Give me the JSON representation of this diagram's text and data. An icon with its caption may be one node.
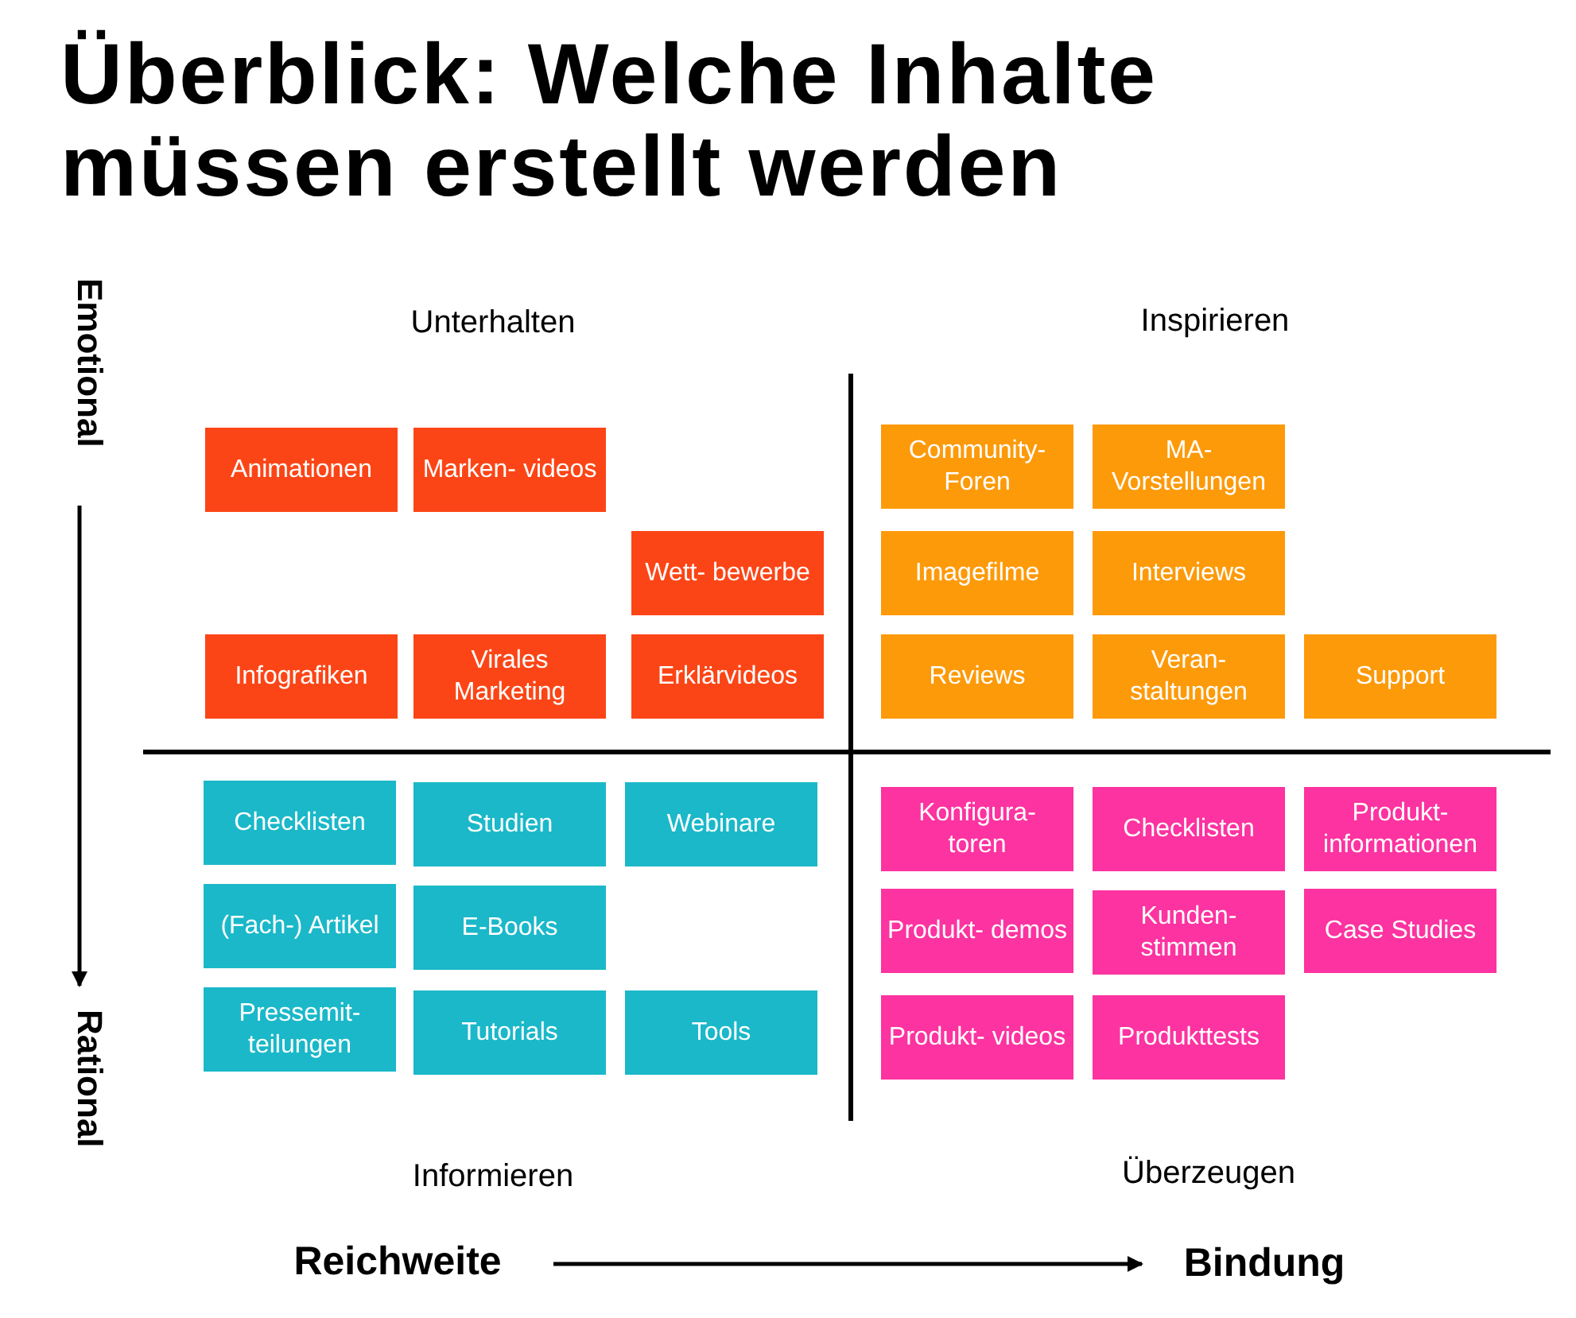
{
  "diagram": {
    "title": "Überblick: Welche Inhalte müssen erstellt werden",
    "nodes": [
      {
        "text": [
          "Animationen"
        ]
      },
      {
        "text": [
          "Marken- videos"
        ]
      },
      {
        "text": [
          "Wett- bewerbe"
        ]
      },
      {
        "text": [
          "Infografiken"
        ]
      },
      {
        "text": [
          "Virales Marketing"
        ]
      },
      {
        "text": [
          "Erklärvideos"
        ]
      },
      {
        "text": [
          "Community- Foren"
        ]
      },
      {
        "text": [
          "MA- Vorstellungen"
        ]
      },
      {
        "text": [
          "Imagefilme"
        ]
      },
      {
        "text": [
          "Interviews"
        ]
      },
      {
        "text": [
          "Reviews"
        ]
      },
      {
        "text": [
          "Veran- staltungen"
        ]
      },
      {
        "text": [
          "Support"
        ]
      },
      {
        "text": [
          "Checklisten"
        ]
      },
      {
        "text": [
          "Studien"
        ]
      },
      {
        "text": [
          "Webinare"
        ]
      },
      {
        "text": [
          "(Fach-) Artikel"
        ]
      },
      {
        "text": [
          "E-Books"
        ]
      },
      {
        "text": [
          "Pressemit- teilungen"
        ]
      },
      {
        "text": [
          "Tutorials"
        ]
      },
      {
        "text": [
          "Tools"
        ]
      },
      {
        "text": [
          "Konfigura- toren"
        ]
      },
      {
        "text": [
          "Checklisten"
        ]
      },
      {
        "text": [
          "Produkt- informationen"
        ]
      },
      {
        "text": [
          "Produkt- demos"
        ]
      },
      {
        "text": [
          "Kunden- stimmen"
        ]
      },
      {
        "text": [
          "Case Studies"
        ]
      },
      {
        "text": [
          "Produkt- videos"
        ]
      },
      {
        "text": [
          "Produkttests"
        ]
      }
    ],
    "labels": [
      "Emotional",
      "Unterhalten",
      "Inspirieren",
      "Rational",
      "Informieren",
      "Überzeugen",
      "Reichweite",
      "Bindung"
    ]
  }
}
